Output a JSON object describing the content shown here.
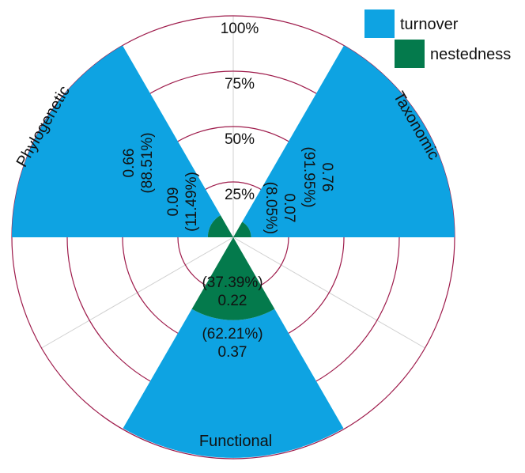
{
  "chart_data": {
    "type": "polar-bar",
    "series": [
      {
        "name": "turnover",
        "color": "#0ea3e2"
      },
      {
        "name": "nestedness",
        "color": "#047a4c"
      }
    ],
    "categories": [
      {
        "name": "Phylogenetic",
        "turnover_pct": 88.51,
        "nestedness_pct": 11.49,
        "turnover_value_text": "0.66",
        "turnover_pct_text": "(88.51%)",
        "nestedness_value_text": "0.09",
        "nestedness_pct_text": "(11.49%)"
      },
      {
        "name": "Taxonomic",
        "turnover_pct": 91.95,
        "nestedness_pct": 8.05,
        "turnover_value_text": "0.76",
        "turnover_pct_text": "(91.95%)",
        "nestedness_value_text": "0.07",
        "nestedness_pct_text": "(8.05%)"
      },
      {
        "name": "Functional",
        "turnover_pct": 62.21,
        "nestedness_pct": 37.39,
        "turnover_value_text": "0.37",
        "turnover_pct_text": "(62.21%)",
        "nestedness_value_text": "0.22",
        "nestedness_pct_text": "(37.39%)"
      }
    ],
    "radial_axis": {
      "min": 0,
      "max": 100,
      "ticks": [
        25,
        50,
        75,
        100
      ],
      "tick_labels": [
        "25%",
        "50%",
        "75%",
        "100%"
      ]
    },
    "legend_position": "top-right",
    "grid": true,
    "colors": {
      "grid_ring": "#9e1b4b",
      "grid_spoke": "#d0d0d0"
    }
  }
}
